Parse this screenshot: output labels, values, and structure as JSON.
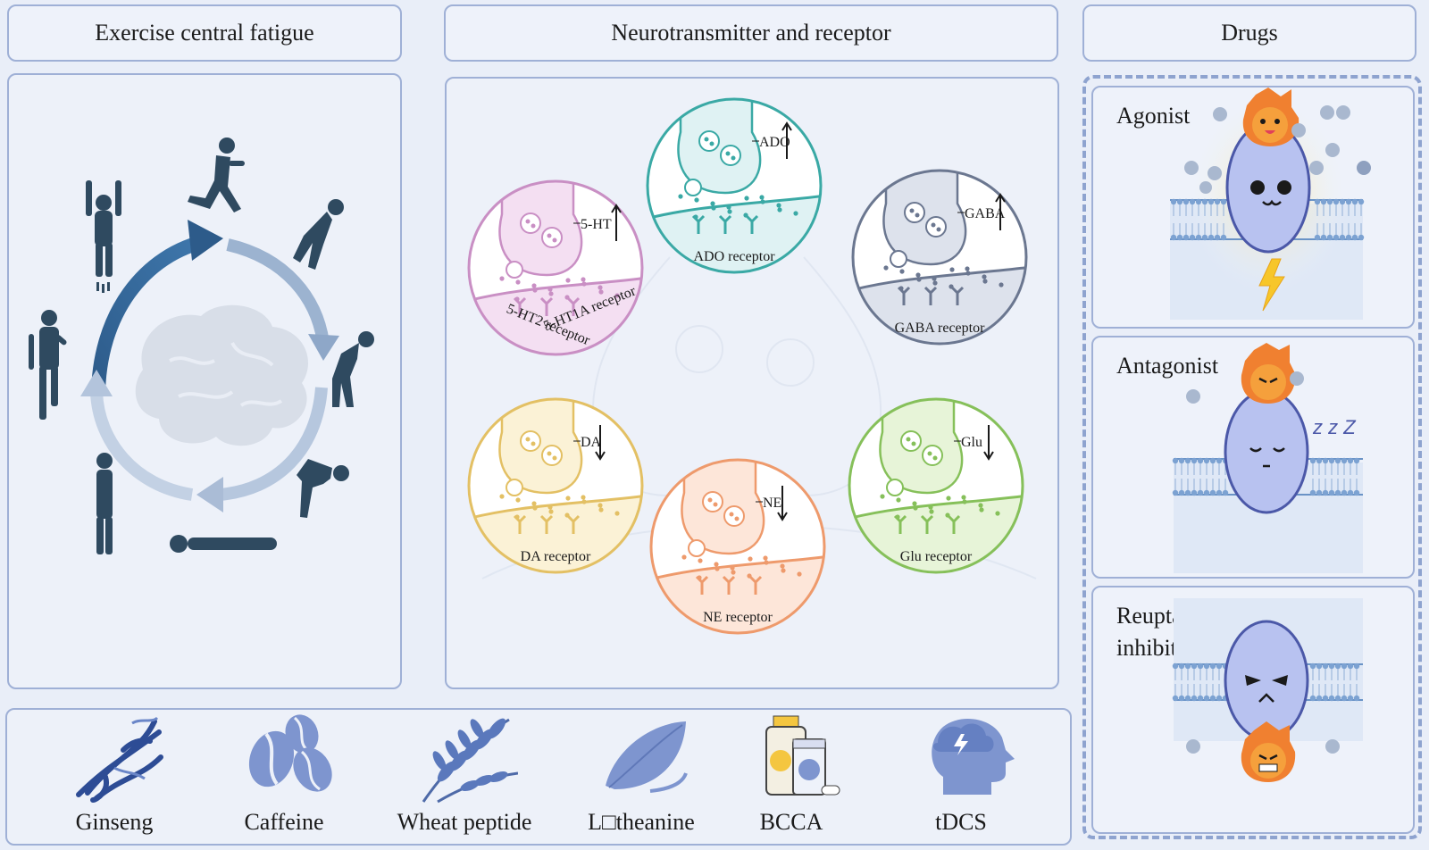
{
  "headers": {
    "left": "Exercise central fatigue",
    "middle": "Neurotransmitter and receptor",
    "right": "Drugs"
  },
  "neurotransmitters": [
    {
      "id": "5ht",
      "transmitter": "5-HT",
      "arrow": "up",
      "receptor_a": "5-HT2 receptor",
      "receptor_b": "5-HT1A receptor",
      "color": "#c98fc4",
      "fill": "#f4dff2"
    },
    {
      "id": "ado",
      "transmitter": "ADO",
      "arrow": "up",
      "receptor": "ADO receptor",
      "color": "#3aa9a5",
      "fill": "#dff2f3"
    },
    {
      "id": "gaba",
      "transmitter": "GABA",
      "arrow": "up",
      "receptor": "GABA receptor",
      "color": "#6b7790",
      "fill": "#dde2ec"
    },
    {
      "id": "da",
      "transmitter": "DA",
      "arrow": "down",
      "receptor": "DA receptor",
      "color": "#e3c064",
      "fill": "#fbf2d6"
    },
    {
      "id": "ne",
      "transmitter": "NE",
      "arrow": "down",
      "receptor": "NE receptor",
      "color": "#ee9a6c",
      "fill": "#fde6d9"
    },
    {
      "id": "glu",
      "transmitter": "Glu",
      "arrow": "down",
      "receptor": "Glu receptor",
      "color": "#86c05a",
      "fill": "#e7f4d8"
    }
  ],
  "drugs": [
    {
      "label": "Agonist"
    },
    {
      "label": "Antagonist",
      "sleep": "z z Z"
    },
    {
      "label": "Reuptake\ninhibitors"
    }
  ],
  "supplements": [
    {
      "label": "Ginseng",
      "icon": "ginseng-icon"
    },
    {
      "label": "Caffeine",
      "icon": "coffee-bean-icon"
    },
    {
      "label": "Wheat peptide",
      "icon": "wheat-icon"
    },
    {
      "label": "L□theanine",
      "icon": "tea-leaf-icon"
    },
    {
      "label": "BCCA",
      "icon": "supplement-bottle-icon"
    },
    {
      "label": "tDCS",
      "icon": "head-storm-icon"
    }
  ],
  "colors": {
    "accent": "#2d5b8a",
    "panel_border": "#9fb0d6",
    "icon_fill": "#7e95cf",
    "figure": "#2f4a60"
  }
}
